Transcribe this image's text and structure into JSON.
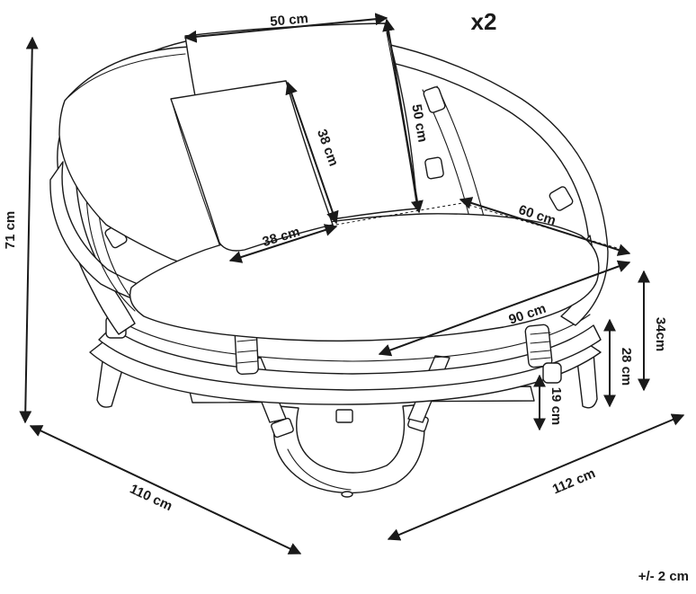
{
  "quantity_label": "x2",
  "tolerance": "+/- 2 cm",
  "dimensions": {
    "pillow_width": "50 cm",
    "pillow_height": "50 cm",
    "small_pillow_height": "38 cm",
    "small_pillow_width": "38 cm",
    "seat_depth": "60 cm",
    "seat_width": "90 cm",
    "total_height": "71 cm",
    "seat_height": "34cm",
    "frame_height": "28 cm",
    "base_height": "19 cm",
    "depth": "110 cm",
    "width": "112 cm"
  }
}
